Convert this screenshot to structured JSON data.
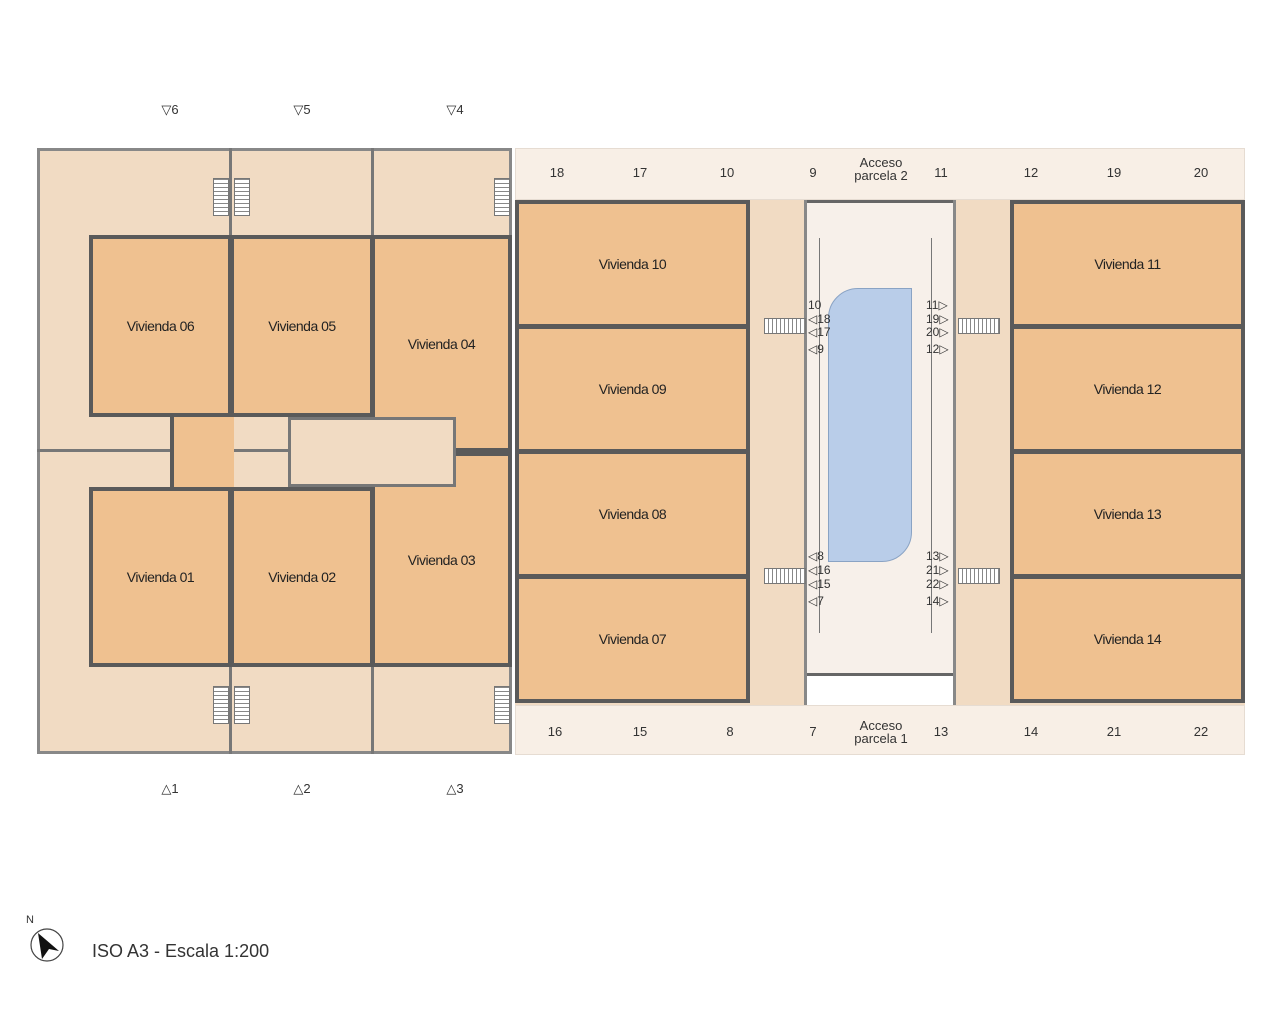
{
  "units": {
    "v01": "Vivienda 01",
    "v02": "Vivienda 02",
    "v03": "Vivienda 03",
    "v04": "Vivienda 04",
    "v05": "Vivienda 05",
    "v06": "Vivienda 06",
    "v07": "Vivienda 07",
    "v08": "Vivienda 08",
    "v09": "Vivienda 09",
    "v10": "Vivienda 10",
    "v11": "Vivienda 11",
    "v12": "Vivienda 12",
    "v13": "Vivienda 13",
    "v14": "Vivienda 14"
  },
  "top_markers": [
    "▽6",
    "▽5",
    "▽4"
  ],
  "bottom_markers": [
    "△1",
    "△2",
    "△3"
  ],
  "top_strip": [
    "18",
    "17",
    "10",
    "9",
    "11",
    "12",
    "19",
    "20"
  ],
  "bottom_strip": [
    "16",
    "15",
    "8",
    "7",
    "13",
    "14",
    "21",
    "22"
  ],
  "access_top": "Acceso parcela 2",
  "access_bottom": "Acceso parcela 1",
  "corridor_top_left": [
    "10",
    "◁18",
    "◁17",
    "◁9"
  ],
  "corridor_top_right": [
    "11▷",
    "19▷",
    "20▷",
    "12▷"
  ],
  "corridor_bottom_left": [
    "◁8",
    "◁16",
    "◁15",
    "◁7"
  ],
  "corridor_bottom_right": [
    "13▷",
    "21▷",
    "22▷",
    "14▷"
  ],
  "north": "N",
  "scale": "ISO A3 - Escala 1:200"
}
